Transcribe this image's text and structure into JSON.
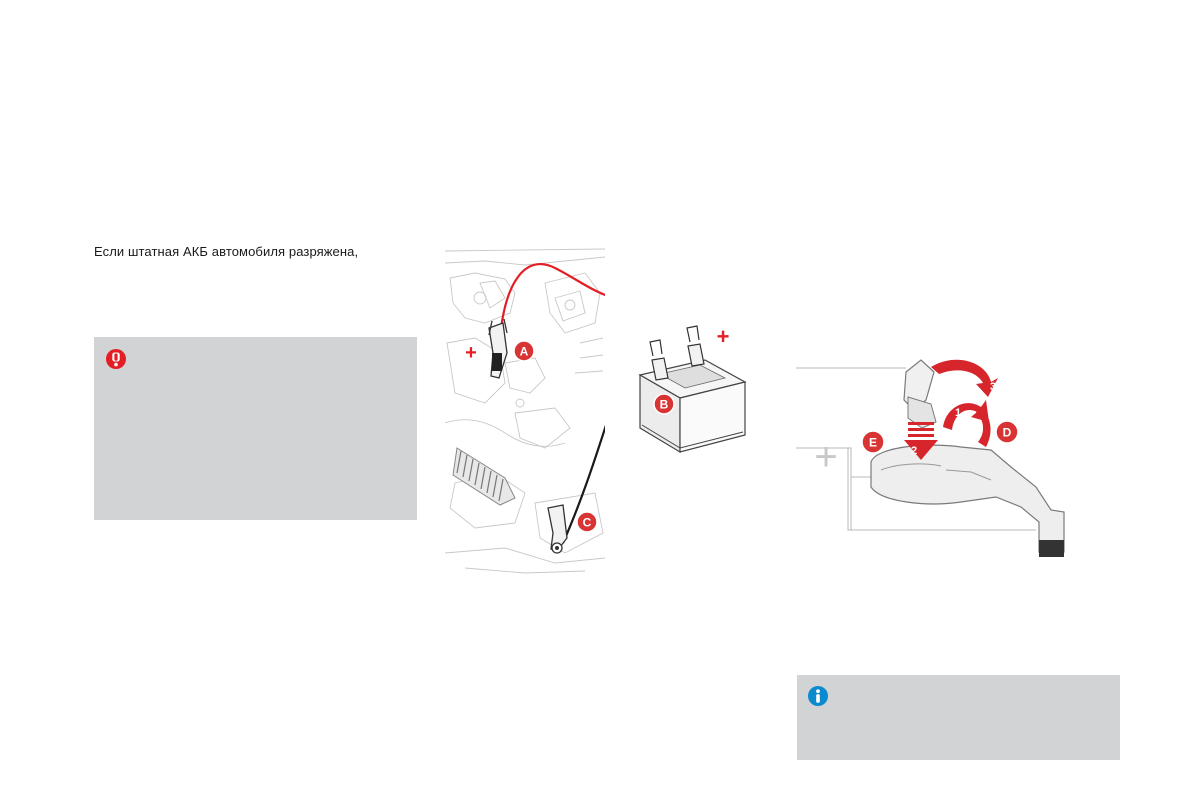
{
  "intro": {
    "text": "Если штатная АКБ автомобиля разряжена,"
  },
  "warning_box": {
    "icon": "exclamation-icon",
    "color": "#d2d3d5",
    "icon_color": "#e31e24"
  },
  "jump_start_illustration": {
    "label_a": "A",
    "label_b": "B",
    "label_c": "C",
    "plus_a": "+",
    "plus_b": "+",
    "positive_cable_color": "#e31e24",
    "negative_cable_color": "#1a1a1a"
  },
  "clamp_illustration": {
    "label_d": "D",
    "label_e": "E",
    "step_1": "1",
    "step_2": "2",
    "step_3": "3",
    "plus": "+",
    "arrow_color": "#d7262b"
  },
  "info_box": {
    "icon": "info-icon",
    "color": "#d2d3d5",
    "icon_color": "#0a8bd0"
  }
}
